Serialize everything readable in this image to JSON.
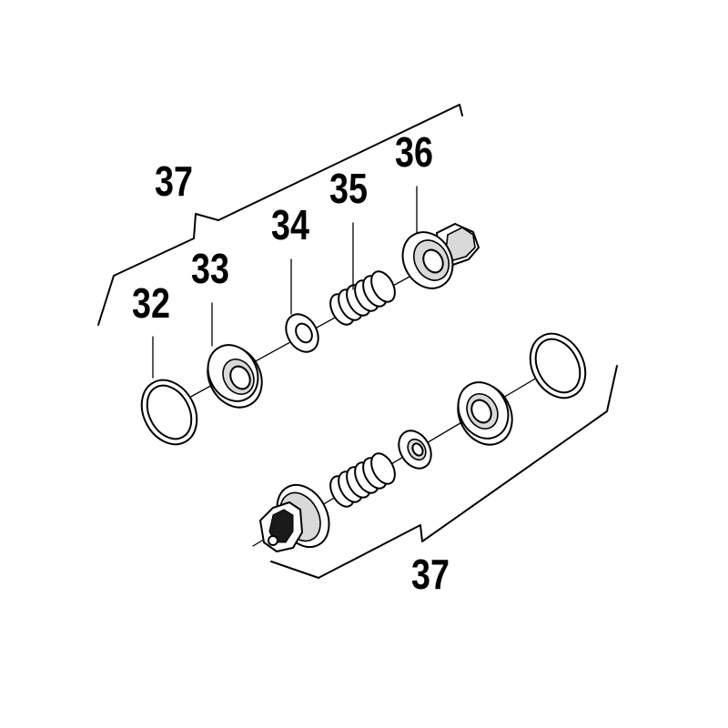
{
  "labels": {
    "l32": "32",
    "l33": "33",
    "l34": "34",
    "l35": "35",
    "l36": "36",
    "l37_top": "37",
    "l37_bottom": "37"
  },
  "colors": {
    "ink": "#000000",
    "background": "#ffffff"
  }
}
